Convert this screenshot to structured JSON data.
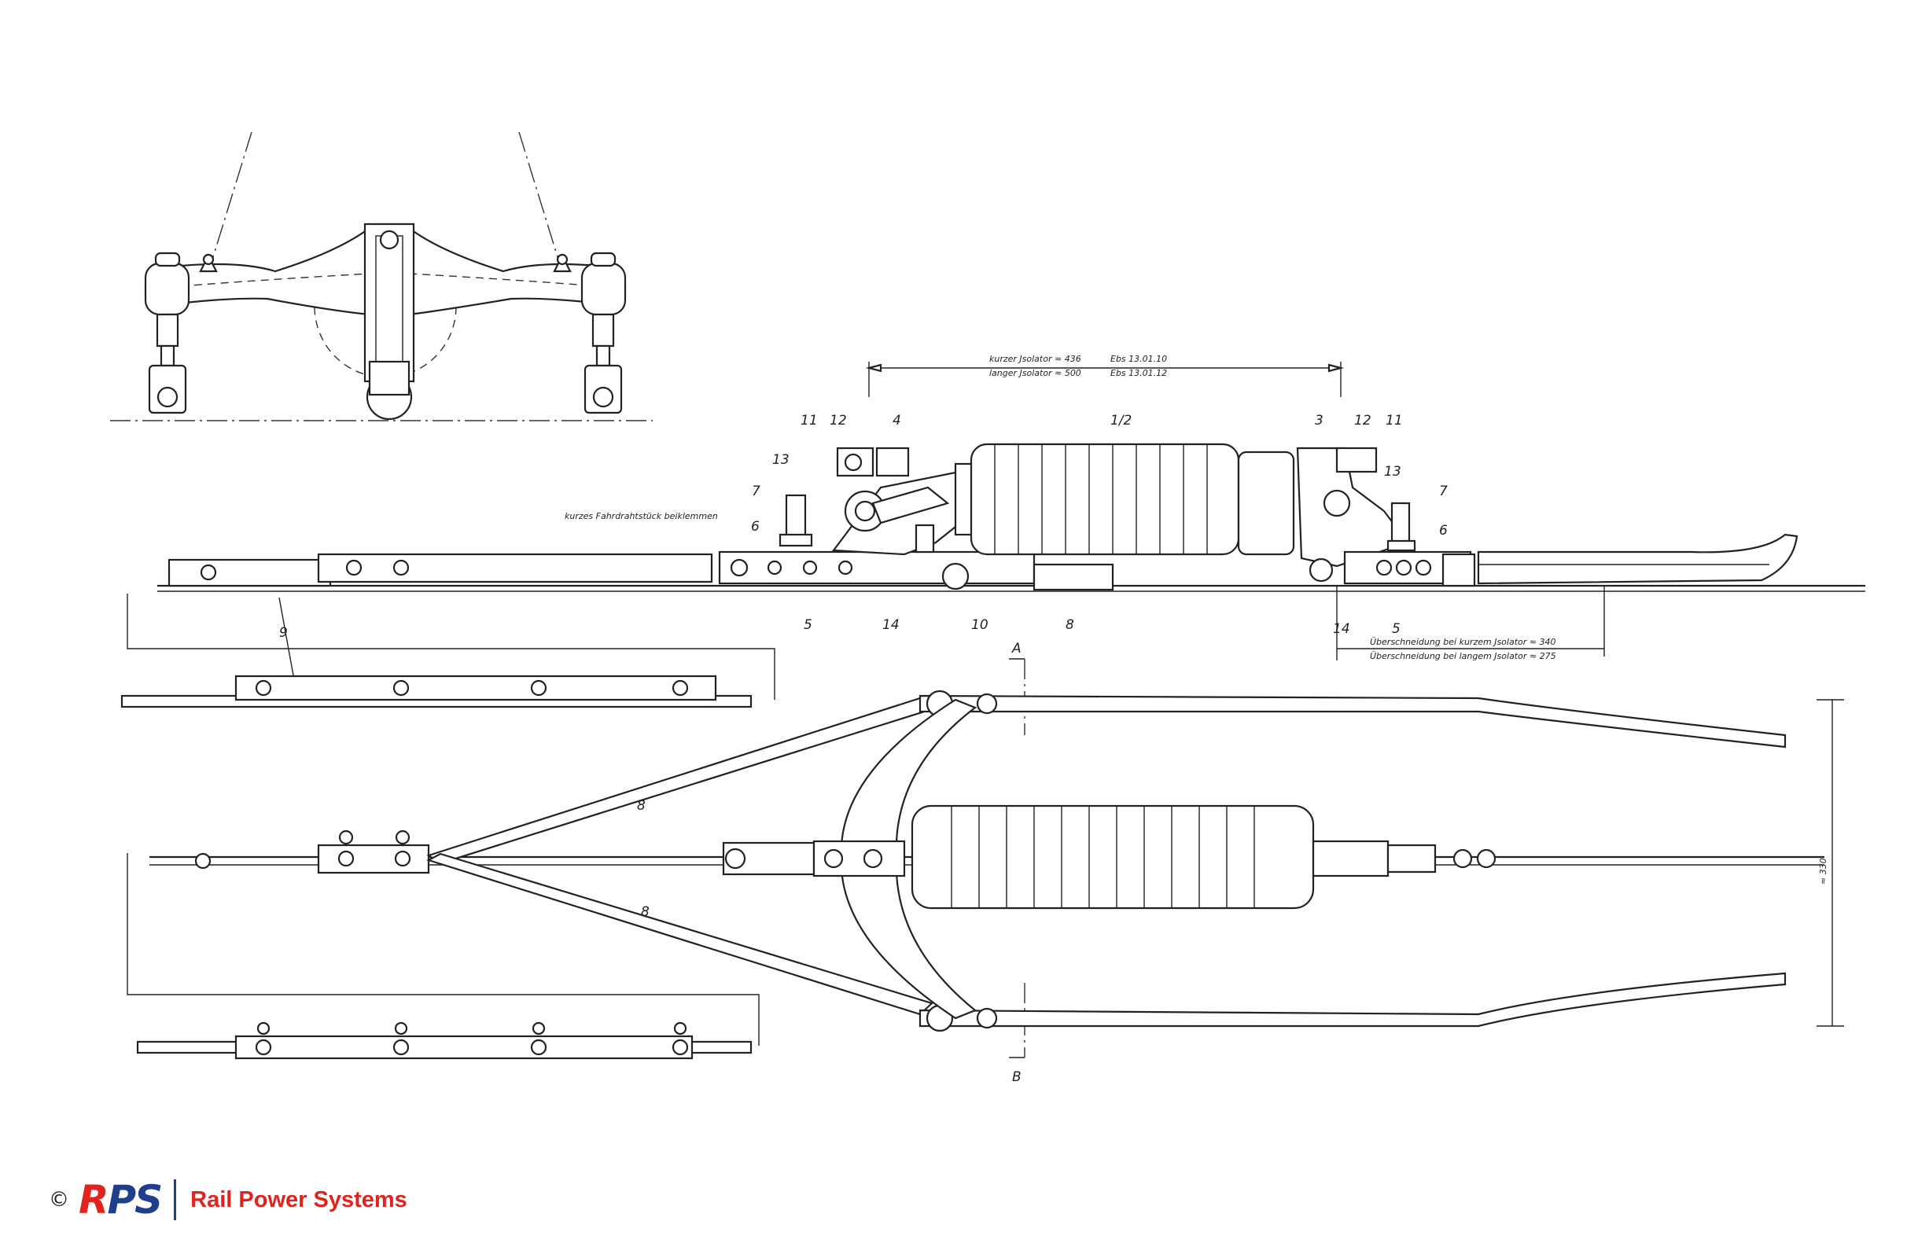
{
  "annotations": {
    "insulator_short": "kurzer Jsolator ≈ 436",
    "insulator_short_ref": "Ebs 13.01.10",
    "insulator_long": "langer Jsolator ≈ 500",
    "insulator_long_ref": "Ebs 13.01.12",
    "clamp_note": "kurzes Fahrdrahtstück beiklemmen",
    "overlap_short": "Überschneidung bei kurzem Jsolator ≈ 340",
    "overlap_long": "Überschneidung bei langem Jsolator ≈ 275",
    "width_dim": "≈ 330",
    "section_a": "A",
    "section_b": "B"
  },
  "part_labels": {
    "p11_left": "11",
    "p12_left": "12",
    "p4": "4",
    "p1_2": "1/2",
    "p3": "3",
    "p12_right": "12",
    "p11_right": "11",
    "p13_left": "13",
    "p13_right": "13",
    "p7_left": "7",
    "p7_right": "7",
    "p6_left": "6",
    "p6_right": "6",
    "p5_left": "5",
    "p5_right": "5",
    "p14_left": "14",
    "p14_right": "14",
    "p10": "10",
    "p8_side": "8",
    "p9": "9",
    "p8_upper": "8",
    "p8_lower": "8"
  },
  "footer": {
    "copyright": "©",
    "logo_mark_r": "R",
    "logo_mark_ps": "PS",
    "company": "Rail Power Systems"
  },
  "colors": {
    "brand_blue": "#1f3f8c",
    "brand_red": "#e0231d",
    "ink": "#222222"
  }
}
